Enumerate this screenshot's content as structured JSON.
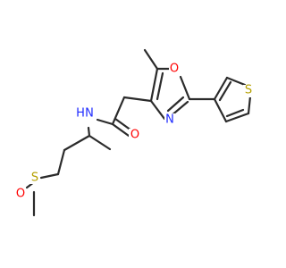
{
  "molecule": {
    "atoms": {
      "oxazole_oxygen": "O",
      "oxazole_nitrogen": "N",
      "thiophene_sulfur": "S",
      "amide_oxygen": "O",
      "amide_nitrogen_label": "N",
      "amide_hydrogen": "H",
      "sulfoxide_sulfur": "S",
      "sulfoxide_oxygen": "O"
    }
  },
  "colors": {
    "bond": "#2b2b2b",
    "oxygen": "#ff0000",
    "nitrogen": "#1f2bff",
    "sulfur": "#b5a000",
    "carbon_label": "#2b2b2b"
  }
}
